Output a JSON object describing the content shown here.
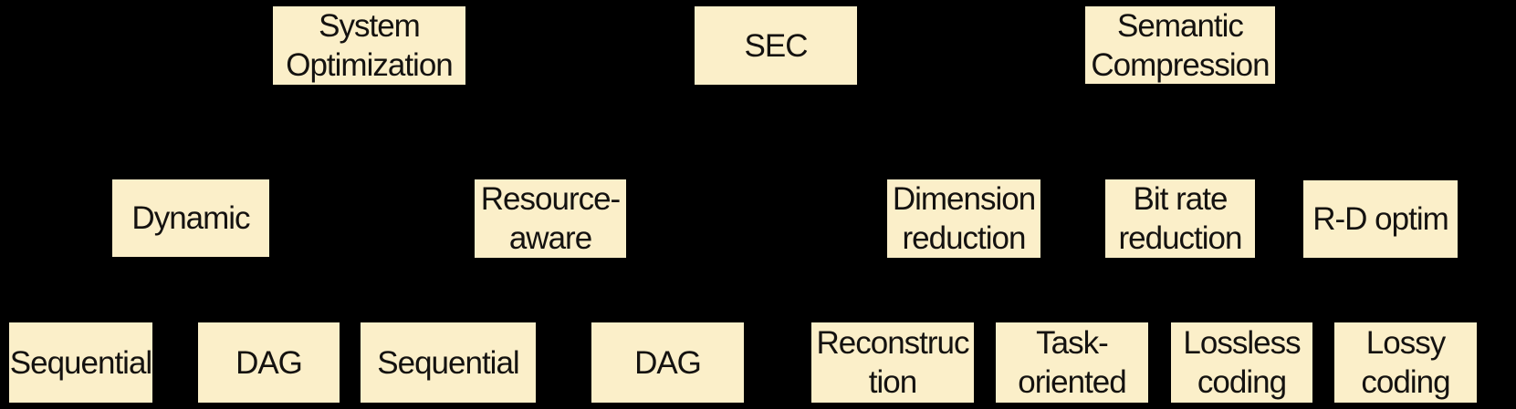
{
  "diagram": {
    "background_color": "#000000",
    "node_fill_color": "#FBEFC9",
    "node_text_color": "#141210",
    "rows": [
      {
        "name": "top",
        "nodes": [
          {
            "id": "system-optimization",
            "label": "System\nOptimization"
          },
          {
            "id": "sec",
            "label": "SEC"
          },
          {
            "id": "semantic-compression",
            "label": "Semantic\nCompression"
          }
        ]
      },
      {
        "name": "middle",
        "nodes": [
          {
            "id": "dynamic",
            "label": "Dynamic"
          },
          {
            "id": "resource-aware",
            "label": "Resource-\naware"
          },
          {
            "id": "dimension-reduction",
            "label": "Dimension\nreduction"
          },
          {
            "id": "bit-rate-reduction",
            "label": "Bit rate\nreduction"
          },
          {
            "id": "rd-optim",
            "label": "R-D optim"
          }
        ]
      },
      {
        "name": "bottom",
        "nodes": [
          {
            "id": "sequential-dynamic",
            "label": "Sequential"
          },
          {
            "id": "dag-dynamic",
            "label": "DAG"
          },
          {
            "id": "sequential-resource",
            "label": "Sequential"
          },
          {
            "id": "dag-resource",
            "label": "DAG"
          },
          {
            "id": "reconstruction",
            "label": "Reconstruc\ntion"
          },
          {
            "id": "task-oriented",
            "label": "Task-\noriented"
          },
          {
            "id": "lossless-coding",
            "label": "Lossless\ncoding"
          },
          {
            "id": "lossy-coding",
            "label": "Lossy\ncoding"
          }
        ]
      }
    ]
  }
}
